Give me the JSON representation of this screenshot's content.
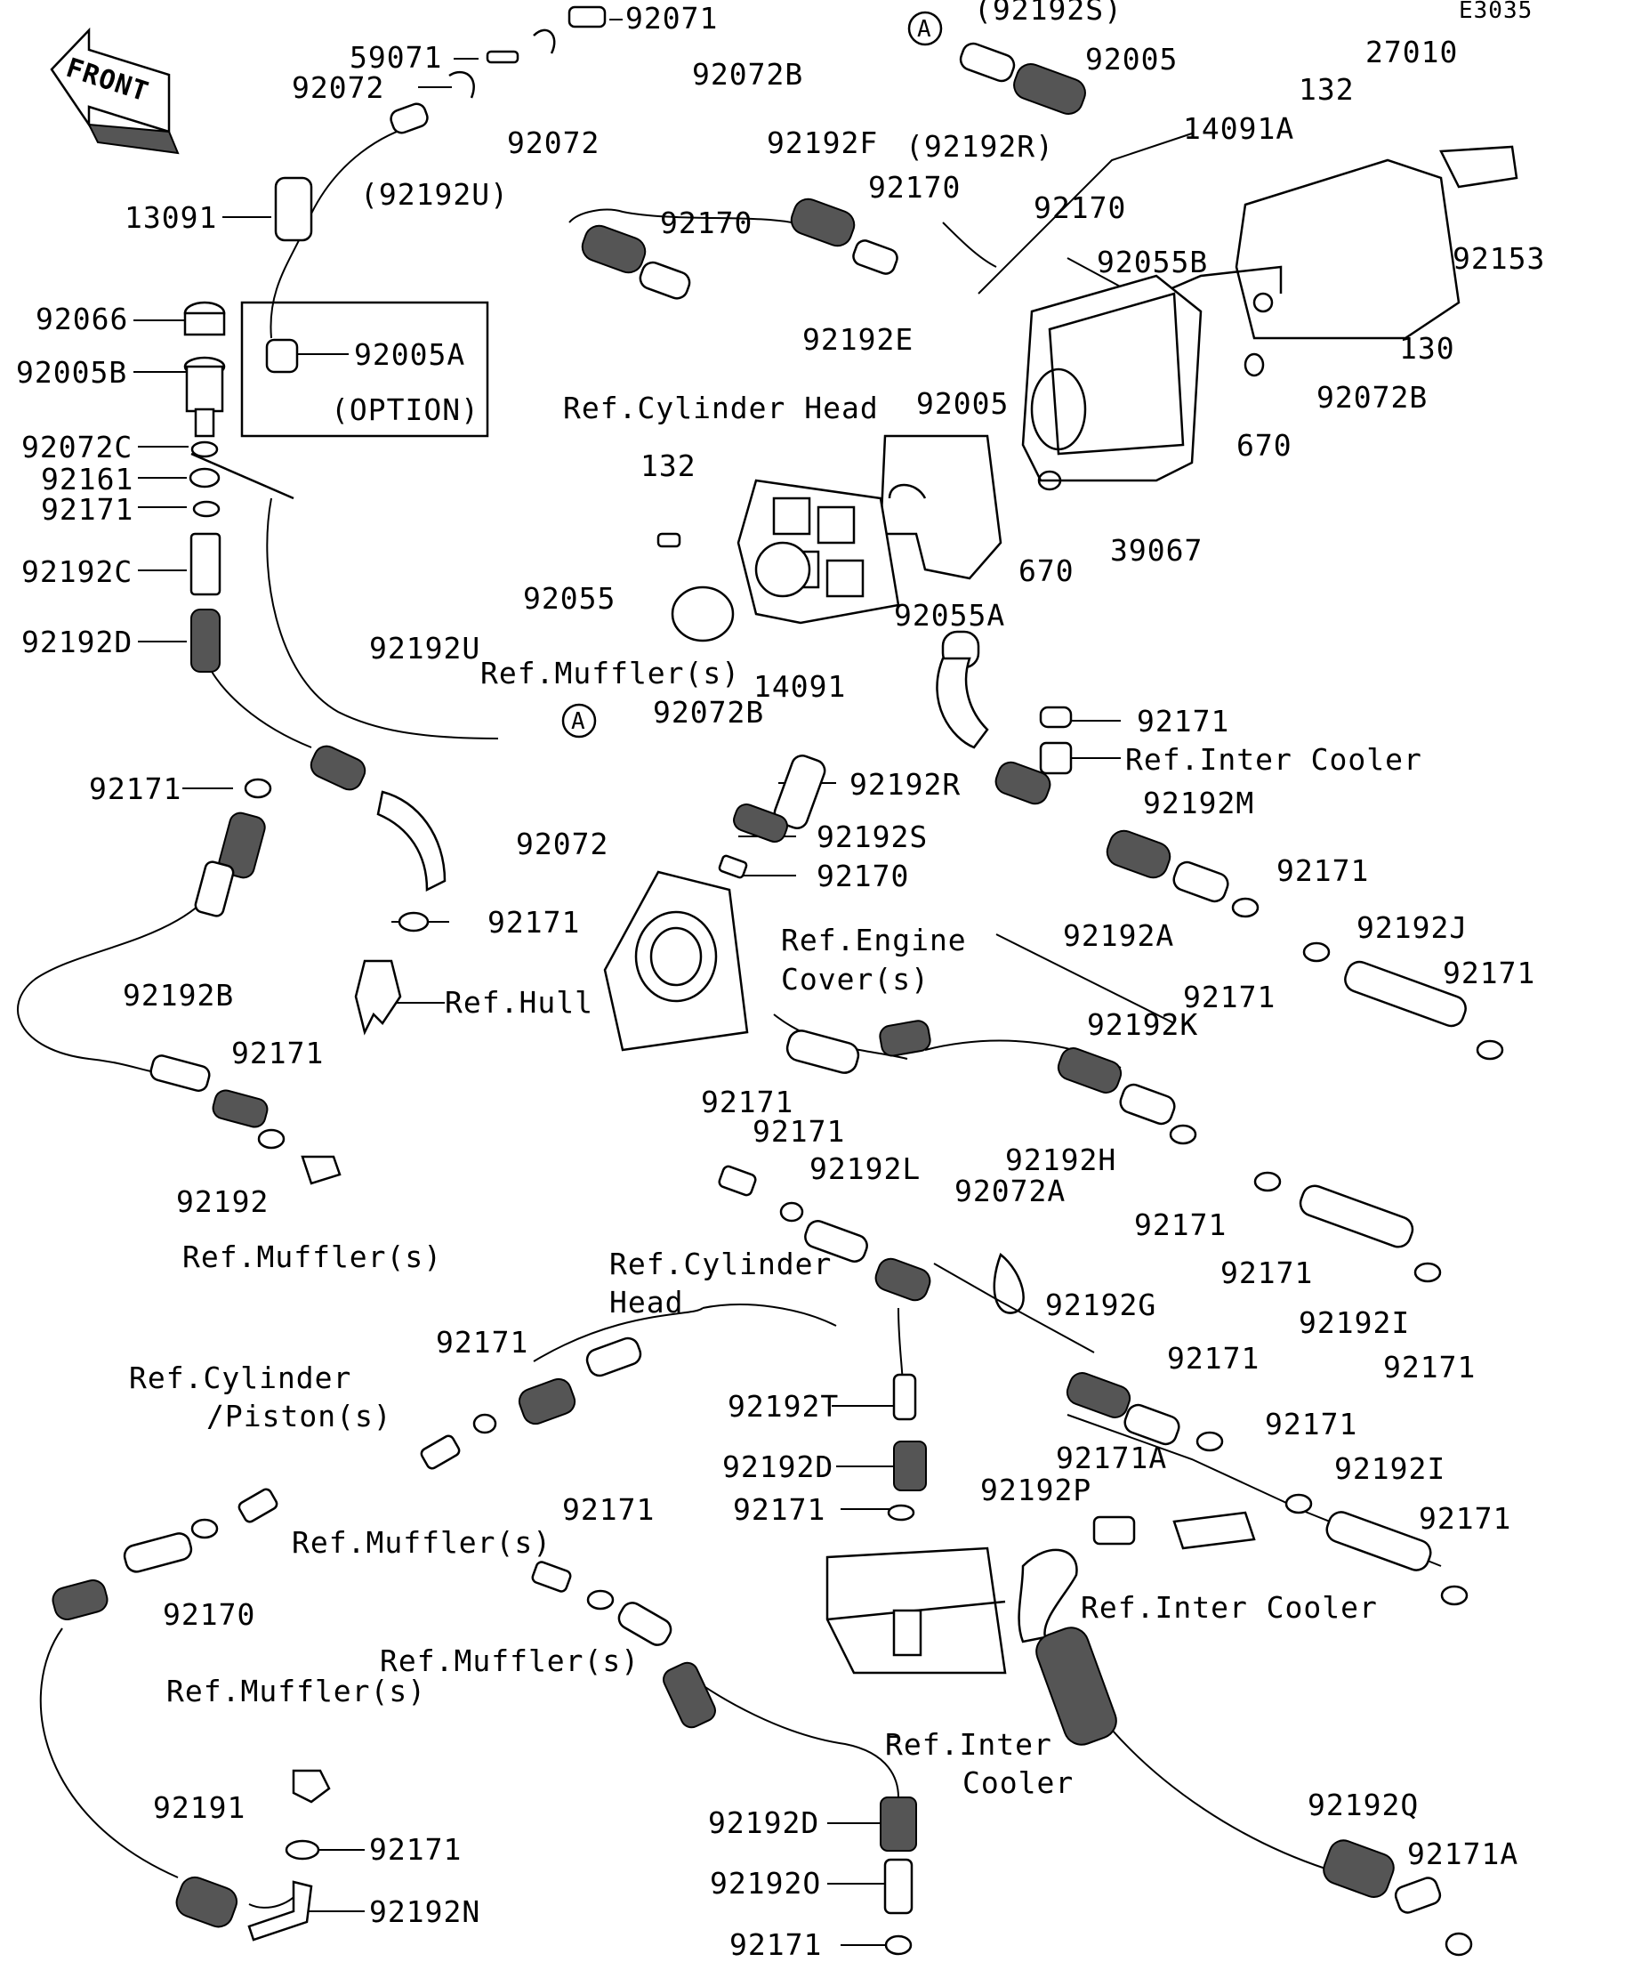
{
  "drawing_code": "E3035",
  "front_label": "FRONT",
  "marker_label": "A",
  "labels": [
    {
      "id": "l1",
      "text": "92071"
    },
    {
      "id": "l2",
      "text": "(92192S)"
    },
    {
      "id": "l3",
      "text": "59071"
    },
    {
      "id": "l4",
      "text": "92072"
    },
    {
      "id": "l5",
      "text": "92072B"
    },
    {
      "id": "l6",
      "text": "92005"
    },
    {
      "id": "l7",
      "text": "27010"
    },
    {
      "id": "l8",
      "text": "132"
    },
    {
      "id": "l9",
      "text": "14091A"
    },
    {
      "id": "l10",
      "text": "92072"
    },
    {
      "id": "l11",
      "text": "92192F"
    },
    {
      "id": "l12",
      "text": "(92192R)"
    },
    {
      "id": "l13",
      "text": "(92192U)"
    },
    {
      "id": "l14",
      "text": "92170"
    },
    {
      "id": "l15",
      "text": "92170"
    },
    {
      "id": "l16",
      "text": "13091"
    },
    {
      "id": "l17",
      "text": "92170"
    },
    {
      "id": "l18",
      "text": "92055B"
    },
    {
      "id": "l19",
      "text": "92153"
    },
    {
      "id": "l20",
      "text": "92066"
    },
    {
      "id": "l21",
      "text": "92192E"
    },
    {
      "id": "l22",
      "text": "92005A"
    },
    {
      "id": "l23",
      "text": "130"
    },
    {
      "id": "l24",
      "text": "92005B"
    },
    {
      "id": "l25",
      "text": "(OPTION)"
    },
    {
      "id": "l26",
      "text": "Ref.Cylinder Head"
    },
    {
      "id": "l27",
      "text": "92005"
    },
    {
      "id": "l28",
      "text": "92072B"
    },
    {
      "id": "l29",
      "text": "670"
    },
    {
      "id": "l30",
      "text": "92072C"
    },
    {
      "id": "l31",
      "text": "92161"
    },
    {
      "id": "l32",
      "text": "132"
    },
    {
      "id": "l33",
      "text": "92171"
    },
    {
      "id": "l34",
      "text": "39067"
    },
    {
      "id": "l35",
      "text": "670"
    },
    {
      "id": "l36",
      "text": "92192C"
    },
    {
      "id": "l37",
      "text": "92055"
    },
    {
      "id": "l38",
      "text": "92055A"
    },
    {
      "id": "l39",
      "text": "92192D"
    },
    {
      "id": "l40",
      "text": "92192U"
    },
    {
      "id": "l41",
      "text": "Ref.Muffler(s)"
    },
    {
      "id": "l42",
      "text": "14091"
    },
    {
      "id": "l43",
      "text": "92072B"
    },
    {
      "id": "l44",
      "text": "92171"
    },
    {
      "id": "l45",
      "text": "Ref.Inter Cooler"
    },
    {
      "id": "l46",
      "text": "92171"
    },
    {
      "id": "l47",
      "text": "92192R"
    },
    {
      "id": "l48",
      "text": "92192M"
    },
    {
      "id": "l49",
      "text": "92192S"
    },
    {
      "id": "l50",
      "text": "92072"
    },
    {
      "id": "l51",
      "text": "92170"
    },
    {
      "id": "l52",
      "text": "92171"
    },
    {
      "id": "l53",
      "text": "92171"
    },
    {
      "id": "l54",
      "text": "Ref.Engine"
    },
    {
      "id": "l55",
      "text": "Cover(s)"
    },
    {
      "id": "l56",
      "text": "92192A"
    },
    {
      "id": "l57",
      "text": "92192J"
    },
    {
      "id": "l58",
      "text": "92171"
    },
    {
      "id": "l59",
      "text": "Ref.Hull"
    },
    {
      "id": "l60",
      "text": "92192B"
    },
    {
      "id": "l61",
      "text": "92171"
    },
    {
      "id": "l62",
      "text": "92192K"
    },
    {
      "id": "l63",
      "text": "92171"
    },
    {
      "id": "l64",
      "text": "92171"
    },
    {
      "id": "l65",
      "text": "92171"
    },
    {
      "id": "l66",
      "text": "92192L"
    },
    {
      "id": "l67",
      "text": "92192H"
    },
    {
      "id": "l68",
      "text": "92072A"
    },
    {
      "id": "l69",
      "text": "92192"
    },
    {
      "id": "l70",
      "text": "92171"
    },
    {
      "id": "l71",
      "text": "Ref.Muffler(s)"
    },
    {
      "id": "l72",
      "text": "Ref.Cylinder"
    },
    {
      "id": "l73",
      "text": "92171"
    },
    {
      "id": "l74",
      "text": "Head"
    },
    {
      "id": "l75",
      "text": "92192G"
    },
    {
      "id": "l76",
      "text": "92192I"
    },
    {
      "id": "l77",
      "text": "92171"
    },
    {
      "id": "l78",
      "text": "92171"
    },
    {
      "id": "l79",
      "text": "Ref.Cylinder"
    },
    {
      "id": "l80",
      "text": "92171"
    },
    {
      "id": "l81",
      "text": "/Piston(s)"
    },
    {
      "id": "l82",
      "text": "92192T"
    },
    {
      "id": "l83",
      "text": "92171"
    },
    {
      "id": "l84",
      "text": "92171A"
    },
    {
      "id": "l85",
      "text": "92192I"
    },
    {
      "id": "l86",
      "text": "92192D"
    },
    {
      "id": "l87",
      "text": "92192P"
    },
    {
      "id": "l88",
      "text": "92171"
    },
    {
      "id": "l89",
      "text": "92171"
    },
    {
      "id": "l90",
      "text": "Ref.Muffler(s)"
    },
    {
      "id": "l91",
      "text": "92171"
    },
    {
      "id": "l92",
      "text": "92170"
    },
    {
      "id": "l93",
      "text": "Ref.Inter Cooler"
    },
    {
      "id": "l94",
      "text": "Ref.Muffler(s)"
    },
    {
      "id": "l95",
      "text": "Ref.Muffler(s)"
    },
    {
      "id": "l96",
      "text": "Ref.Inter"
    },
    {
      "id": "l97",
      "text": "Cooler"
    },
    {
      "id": "l98",
      "text": "92191"
    },
    {
      "id": "l99",
      "text": "92192Q"
    },
    {
      "id": "l100",
      "text": "92171"
    },
    {
      "id": "l101",
      "text": "92171A"
    },
    {
      "id": "l102",
      "text": "92192D"
    },
    {
      "id": "l103",
      "text": "92192N"
    },
    {
      "id": "l104",
      "text": "92192O"
    },
    {
      "id": "l105",
      "text": "92171"
    }
  ]
}
